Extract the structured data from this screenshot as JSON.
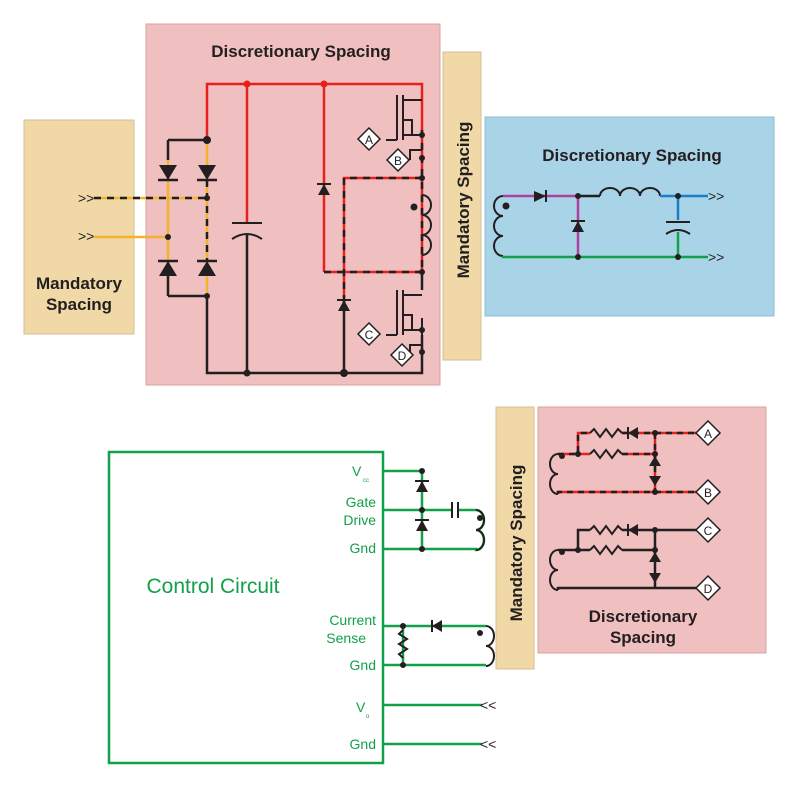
{
  "panels": {
    "primary_discretionary": {
      "label": "Discretionary Spacing",
      "color": "#f0bfbf"
    },
    "left_mandatory": {
      "label_line1": "Mandatory",
      "label_line2": "Spacing",
      "color": "#f0d9a7"
    },
    "center_mandatory": {
      "label": "Mandatory Spacing",
      "color": "#f0d9a7"
    },
    "secondary_discretionary": {
      "label": "Discretionary Spacing",
      "color": "#a9d4e8"
    },
    "lower_mandatory": {
      "label": "Mandatory Spacing",
      "color": "#f0d9a7"
    },
    "gate_discretionary": {
      "label_line1": "Discretionary",
      "label_line2": "Spacing",
      "color": "#f0bfbf"
    }
  },
  "nodes": {
    "a": "A",
    "b": "B",
    "c": "C",
    "d": "D"
  },
  "control": {
    "title": "Control Circuit",
    "vcc": "V",
    "vcc_sub": "cc",
    "gate_line1": "Gate",
    "gate_line2": "Drive",
    "gnd1": "Gnd",
    "current_line1": "Current",
    "current_line2": "Sense",
    "gnd2": "Gnd",
    "vo": "V",
    "vo_sub": "o",
    "gnd3": "Gnd",
    "color": "#12a04a"
  },
  "wire_colors": {
    "red": "#e8201c",
    "black": "#231f20",
    "yellow": "#f4b22e",
    "purple": "#b23ea0",
    "blue": "#1a7fc4",
    "green": "#12a04a"
  }
}
